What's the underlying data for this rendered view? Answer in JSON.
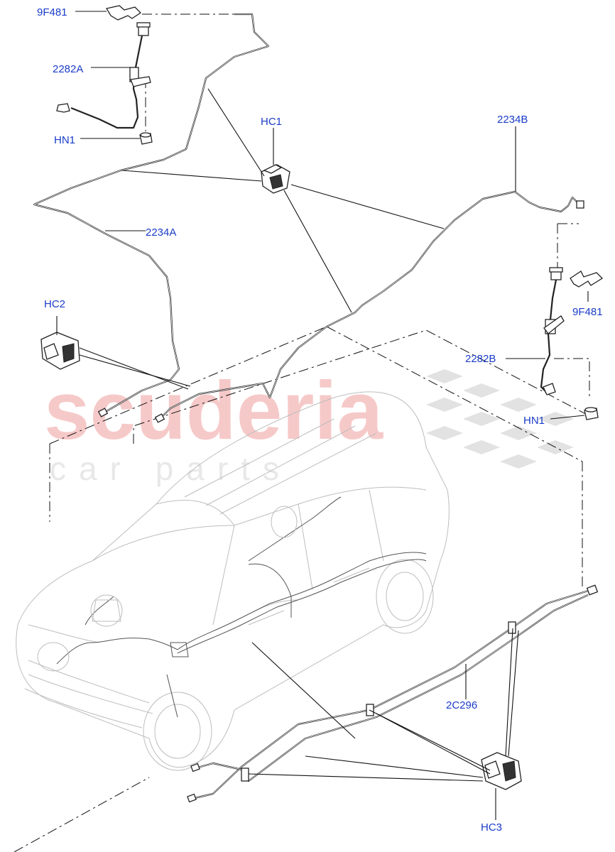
{
  "watermark": {
    "brand": "scuderia",
    "tagline": "car parts"
  },
  "labels": {
    "l_9f481_top": "9F481",
    "l_2282a": "2282A",
    "l_hn1_top": "HN1",
    "l_hc1": "HC1",
    "l_2234b": "2234B",
    "l_2234a": "2234A",
    "l_hc2": "HC2",
    "l_9f481_right": "9F481",
    "l_2282b": "2282B",
    "l_hn1_right": "HN1",
    "l_2c296": "2C296",
    "l_hc3": "HC3"
  },
  "colors": {
    "label": "#1a3cc8",
    "watermark": "#f6c9c9",
    "line": "#222222",
    "car_outline": "#bdbdbd"
  }
}
